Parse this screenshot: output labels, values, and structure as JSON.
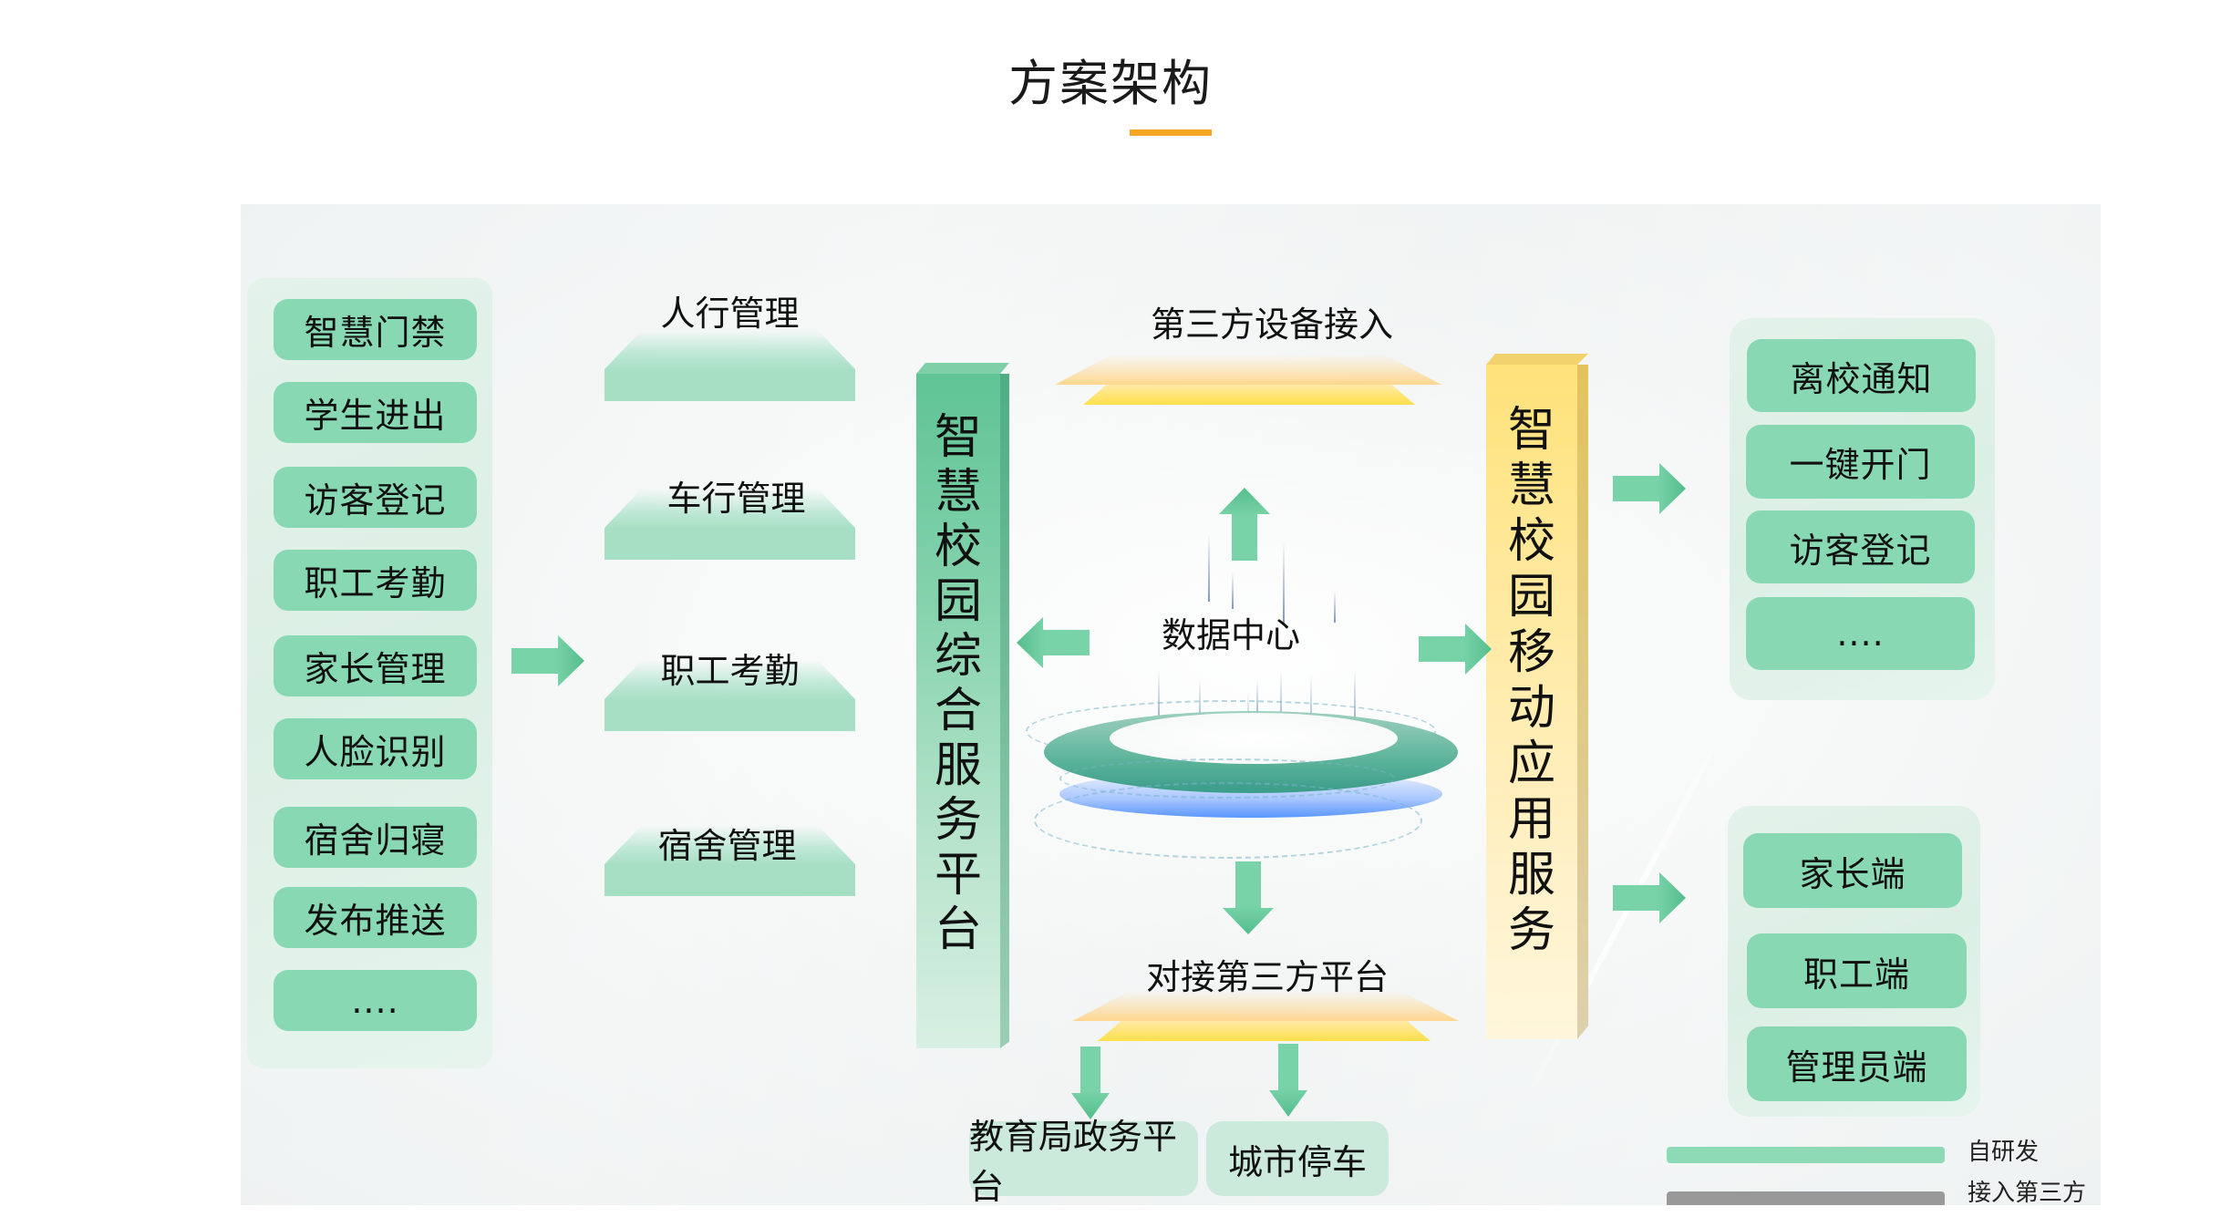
{
  "header": {
    "title": "方案架构",
    "underline_color": "#f5a623"
  },
  "left_panel": {
    "items": [
      "智慧门禁",
      "学生进出",
      "访客登记",
      "职工考勤",
      "家长管理",
      "人脸识别",
      "宿舍归寝",
      "发布推送",
      "...."
    ]
  },
  "management_layers": {
    "items": [
      "人行管理",
      "车行管理",
      "职工考勤",
      "宿舍管理"
    ]
  },
  "platform_pillar": {
    "label": "智慧校园综合服务平台",
    "color": "#86d3ae"
  },
  "mobile_pillar": {
    "label": "智慧校园移动应用服务",
    "color": "#ffe27a"
  },
  "center": {
    "device_access_label": "第三方设备接入",
    "data_center_label": "数据中心",
    "third_party_platform_label": "对接第三方平台"
  },
  "bottom_targets": {
    "items": [
      "教育局政务平台",
      "城市停车"
    ]
  },
  "right_top_panel": {
    "items": [
      "离校通知",
      "一键开门",
      "访客登记",
      "...."
    ]
  },
  "right_bottom_panel": {
    "items": [
      "家长端",
      "职工端",
      "管理员端"
    ]
  },
  "legend": {
    "items": [
      {
        "label": "自研发",
        "color": "#8fdab6"
      },
      {
        "label": "接入第三方",
        "color": "#999999"
      }
    ]
  },
  "icons": {
    "arrow": "arrow-icon",
    "arrow_color": "#79d3a9"
  }
}
